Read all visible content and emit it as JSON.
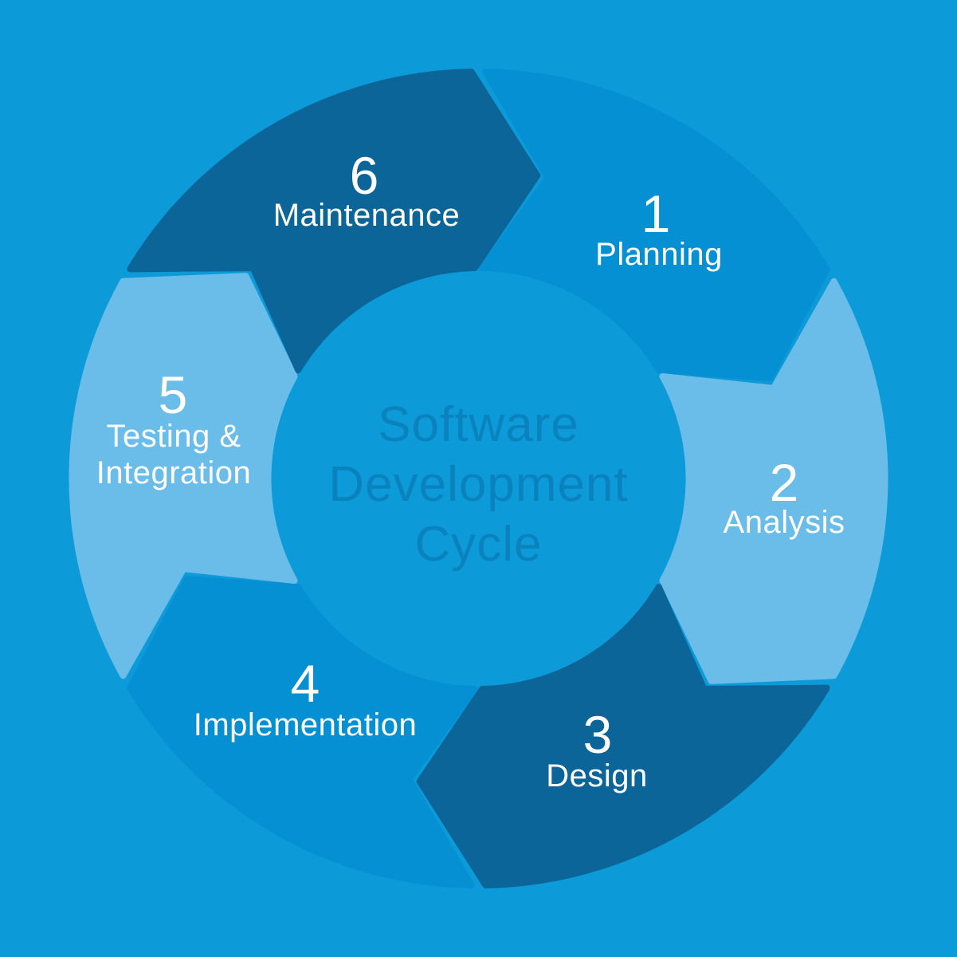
{
  "diagram": {
    "title": "Software Development Cycle",
    "title_lines": [
      "Software",
      "Development",
      "Cycle"
    ],
    "background_color": "#0d9ad9",
    "center_text_color": "#0a82bd",
    "label_text_color": "#ffffff",
    "palette": {
      "medium_blue": "#0590d3",
      "light_blue": "#6abde9",
      "dark_blue": "#0c6598"
    },
    "segments": [
      {
        "number": "1",
        "label": "Planning",
        "lines": [
          "Planning"
        ],
        "color": "#0590d3"
      },
      {
        "number": "2",
        "label": "Analysis",
        "lines": [
          "Analysis"
        ],
        "color": "#6abde9"
      },
      {
        "number": "3",
        "label": "Design",
        "lines": [
          "Design"
        ],
        "color": "#0c6598"
      },
      {
        "number": "4",
        "label": "Implementation",
        "lines": [
          "Implementation"
        ],
        "color": "#0590d3"
      },
      {
        "number": "5",
        "label": "Testing & Integration",
        "lines": [
          "Testing &",
          "Integration"
        ],
        "color": "#6abde9"
      },
      {
        "number": "6",
        "label": "Maintenance",
        "lines": [
          "Maintenance"
        ],
        "color": "#0c6598"
      }
    ]
  }
}
